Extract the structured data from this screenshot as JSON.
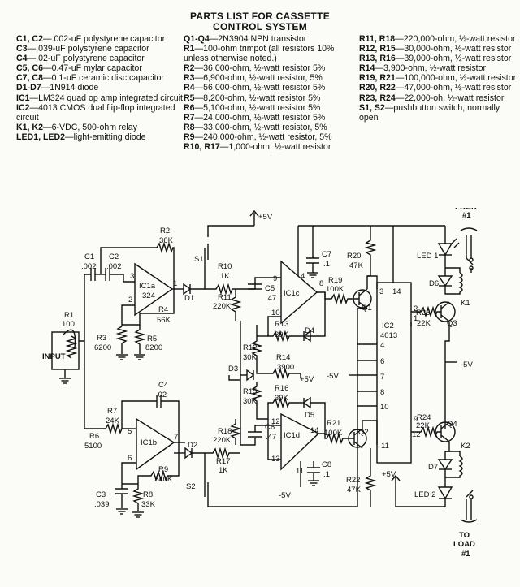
{
  "title_line1": "PARTS LIST FOR CASSETTE",
  "title_line2": "CONTROL SYSTEM",
  "columns": [
    [
      {
        "id": "C1, C2",
        "text": "—.002-uF polystyrene capacitor"
      },
      {
        "id": "C3",
        "text": "—.039-uF polystyrene capacitor"
      },
      {
        "id": "C4",
        "text": "—.02-uF polystyrene capacitor"
      },
      {
        "id": "C5, C6",
        "text": "—0.47-uF mylar capacitor"
      },
      {
        "id": "C7, C8",
        "text": "—0.1-uF ceramic disc capacitor"
      },
      {
        "id": "D1-D7",
        "text": "—1N914 diode"
      },
      {
        "id": "IC1",
        "text": "—LM324 quad op amp integrated circuit"
      },
      {
        "id": "IC2",
        "text": "—4013 CMOS dual flip-flop integrated circuit"
      },
      {
        "id": "K1, K2",
        "text": "—6-VDC, 500-ohm relay"
      },
      {
        "id": "LED1, LED2",
        "text": "—light-emitting diode"
      }
    ],
    [
      {
        "id": "Q1-Q4",
        "text": "—2N3904 NPN transistor"
      },
      {
        "id": "R1",
        "text": "—100-ohm trimpot (all resistors 10% unless otherwise noted.)"
      },
      {
        "id": "R2",
        "text": "—36,000-ohm, ½-watt resistor 5%"
      },
      {
        "id": "R3",
        "text": "—6,900-ohm, ½-watt resistor, 5%"
      },
      {
        "id": "R4",
        "text": "—56,000-ohm, ½-watt resistor 5%"
      },
      {
        "id": "R5",
        "text": "—8,200-ohm, ½-watt resistor 5%"
      },
      {
        "id": "R6",
        "text": "—5,100-ohm, ½-watt resistor 5%"
      },
      {
        "id": "R7",
        "text": "—24,000-ohm, ½-watt resistor 5%"
      },
      {
        "id": "R8",
        "text": "—33,000-ohm, ½-watt resistor, 5%"
      },
      {
        "id": "R9",
        "text": "—240,000-ohm, ½-watt resistor, 5%"
      },
      {
        "id": "R10, R17",
        "text": "—1,000-ohm, ½-watt resistor"
      }
    ],
    [
      {
        "id": "R11, R18",
        "text": "—220,000-ohm, ½-watt resistor"
      },
      {
        "id": "R12, R15",
        "text": "—30,000-ohm, ½-watt resistor"
      },
      {
        "id": "R13, R16",
        "text": "—39,000-ohm, ½-watt resistor"
      },
      {
        "id": "R14",
        "text": "—3,900-ohm, ½-watt resistor"
      },
      {
        "id": "R19, R21",
        "text": "—100,000-ohm, ½-watt resistor"
      },
      {
        "id": "R20, R22",
        "text": "—47,000-ohm, ½-watt resistor"
      },
      {
        "id": "R23, R24",
        "text": "—22,000-oh, ½-watt resistor"
      },
      {
        "id": "S1, S2",
        "text": "—pushbutton switch, normally open"
      }
    ]
  ],
  "labels": {
    "input": "INPUT",
    "r1": "R1",
    "r1v": "100",
    "c1": "C1",
    "c1v": ".002",
    "c2": "C2",
    "c2v": ".002",
    "r2": "R2",
    "r2v": "36K",
    "ic1a": "IC1a",
    "ic1a_num": "324",
    "r3": "R3",
    "r3v": "6200",
    "r4": "R4",
    "r4v": "56K",
    "r5": "R5",
    "r5v": "8200",
    "d1": "D1",
    "s1": "S1",
    "r10": "R10",
    "r10v": "1K",
    "r11": "R11",
    "r11v": "220K",
    "c5": "C5",
    "c5v": ".47",
    "c7": "C7",
    "c7v": ".1",
    "ic1c": "IC1c",
    "r19": "R19",
    "r19v": "100K",
    "q1": "Q1",
    "r20": "R20",
    "r20v": "47K",
    "ic2": "IC2",
    "ic2_num": "4013",
    "r13": "R13",
    "r13v": "39K",
    "d4": "D4",
    "r12": "R12",
    "r12v": "30K",
    "r14": "R14",
    "r14v": "3900",
    "d3": "D3",
    "plus5": "+5V",
    "minus5": "-5V",
    "r15": "R15",
    "r15v": "30K",
    "r16": "R16",
    "r16v": "39K",
    "d5": "D5",
    "c4": "C4",
    "c4v": ".02",
    "r7": "R7",
    "r7v": "24K",
    "r6": "R6",
    "r6v": "5100",
    "ic1b": "IC1b",
    "r9": "R9",
    "r9v": "240K",
    "c3": "C3",
    "c3v": ".039",
    "r8": "R8",
    "r8v": "33K",
    "d2": "D2",
    "r18": "R18",
    "r18v": "220K",
    "c6": "C6",
    "c6v": ".47",
    "r17": "R17",
    "r17v": "1K",
    "s2": "S2",
    "ic1d": "IC1d",
    "r21": "R21",
    "r21v": "100K",
    "q2": "Q2",
    "c8": "C8",
    "c8v": ".1",
    "r22": "R22",
    "r22v": "47K",
    "led1": "LED 1",
    "led2": "LED 2",
    "d6": "D6",
    "d7": "D7",
    "k1": "K1",
    "k2": "K2",
    "r23": "R23",
    "r23v": "22K",
    "r24": "R24",
    "r24v": "22K",
    "q3": "Q3",
    "q4": "Q4",
    "to": "TO",
    "load": "LOAD",
    "load_num": "#1",
    "pins": {
      "p3": "3",
      "p2": "2",
      "p1": "1",
      "p4": "4",
      "p8": "8",
      "p9": "9",
      "p10": "10",
      "p12": "12",
      "p13": "13",
      "p14": "14",
      "p5": "5",
      "p6": "6",
      "p7": "7",
      "p11": "11"
    }
  }
}
